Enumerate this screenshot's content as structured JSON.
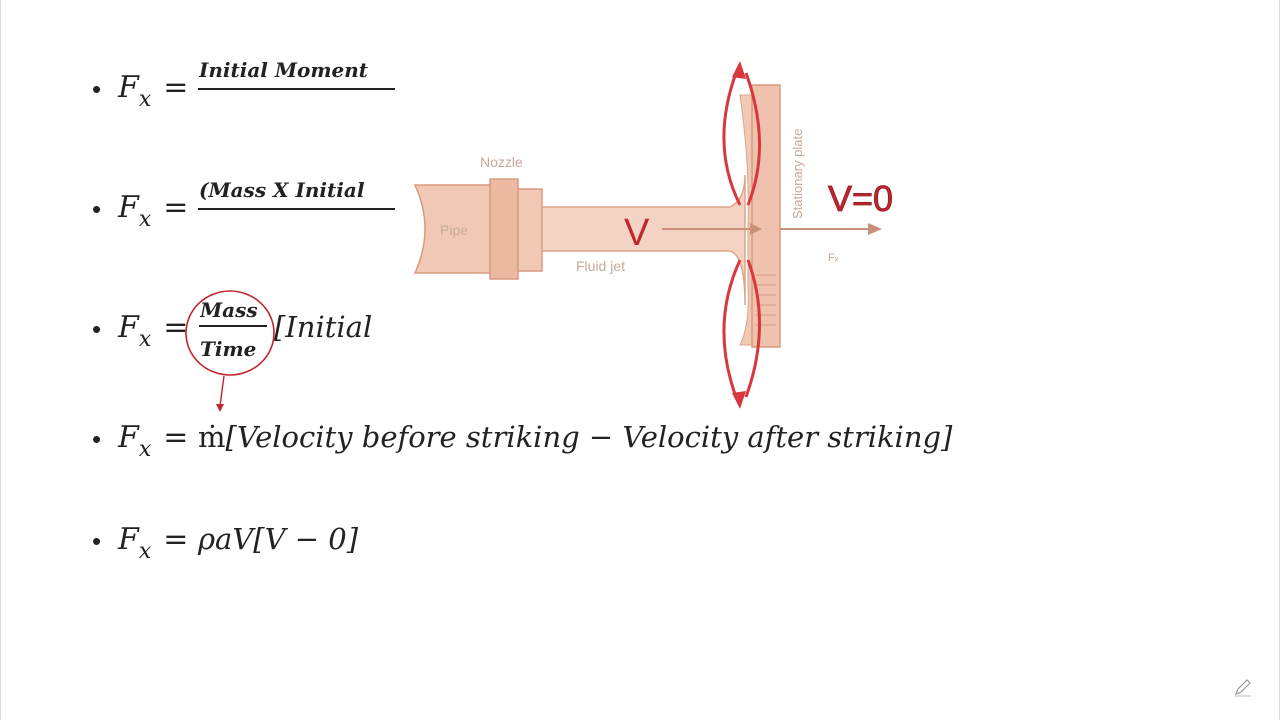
{
  "lines": [
    {
      "lhs": "F",
      "sub": "x",
      "op": "=",
      "numerator": "Initial Moment"
    },
    {
      "lhs": "F",
      "sub": "x",
      "op": "=",
      "numerator": "(Mass X Initial"
    },
    {
      "lhs": "F",
      "sub": "x",
      "op": "=",
      "numerator": "Mass",
      "denominator": "Time",
      "rest": "[Initial"
    },
    {
      "lhs": "F",
      "sub": "x",
      "op": "=",
      "mdot": "ṁ",
      "rest": "[Velocity before striking − Velocity after striking]"
    },
    {
      "lhs": "F",
      "sub": "x",
      "op": "=",
      "rest": "ρaV[V − 0]"
    }
  ],
  "bullet": "•",
  "diagram": {
    "nozzle_label": "Nozzle",
    "pipe_label": "Pipe",
    "fluid_jet_label": "Fluid jet",
    "plate_label": "Stationary plate",
    "velocity_label": "V",
    "final_velocity_label": "V=0",
    "force_label": "Fₓ"
  },
  "colors": {
    "accent_red": "#c0262d",
    "pipe": "#eec2ad",
    "pipe_edge": "#d89a7e",
    "label_gray": "#c8a898"
  },
  "icons": [
    "pen-icon"
  ]
}
